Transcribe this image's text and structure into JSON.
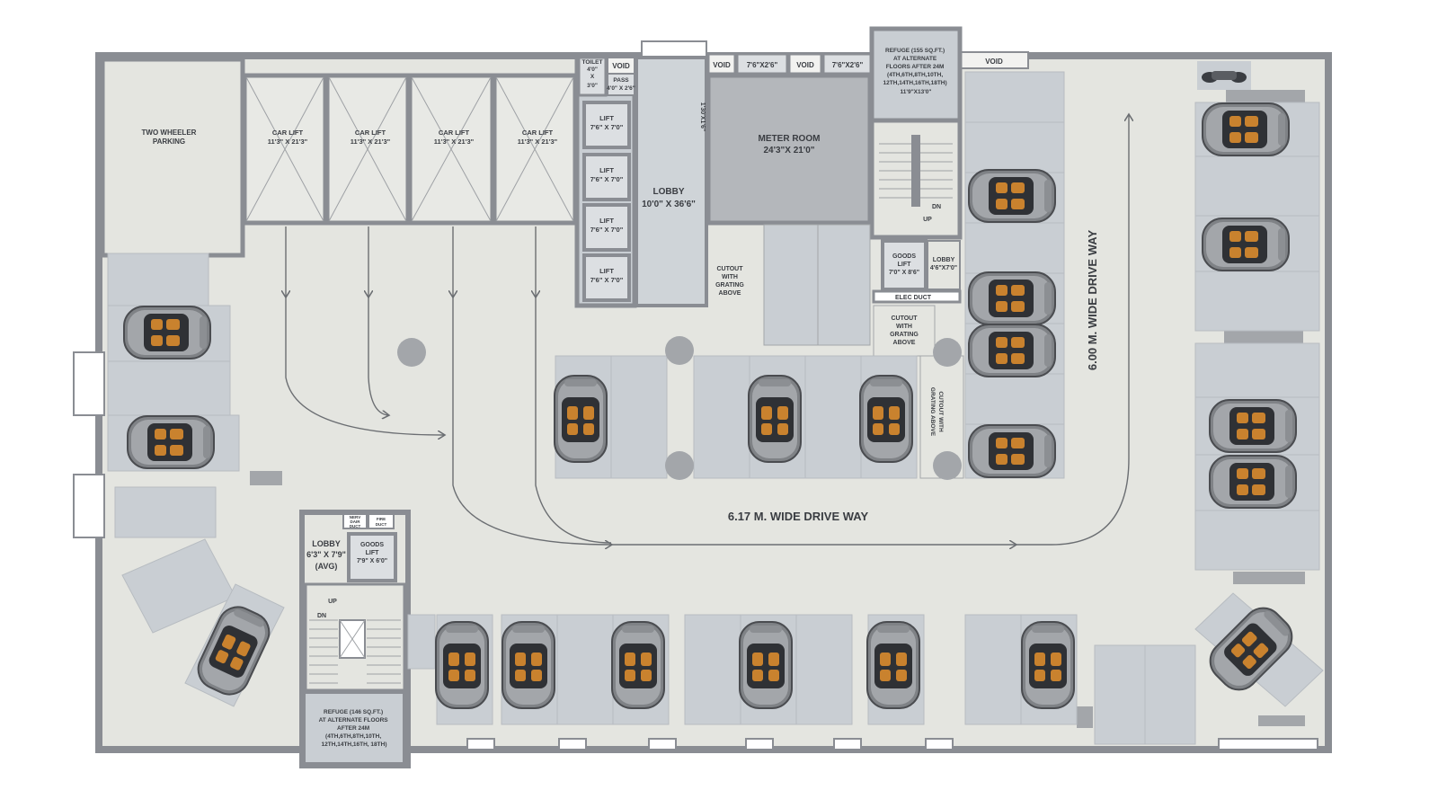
{
  "colors": {
    "wall": "#8a8d93",
    "floor": "#e4e5e0",
    "room": "#c9ced3",
    "meter_room": "#b4b7bb",
    "text": "#3a3d42",
    "car_body": "#7d8084",
    "car_glass": "#2f3135",
    "car_seat": "#c9822e"
  },
  "labels": {
    "two_wheeler": [
      "TWO WHEELER",
      "PARKING"
    ],
    "car_lift": [
      "CAR LIFT",
      "11'3\" X 21'3\""
    ],
    "toilet": [
      "TOILET",
      "4'0\"",
      "X",
      "3'0\""
    ],
    "void": "VOID",
    "pass": [
      "PASS",
      "4'0\" X 2'6\""
    ],
    "lift_core": [
      "LIFT",
      "7'6\" X 7'0\""
    ],
    "lobby_main": [
      "LOBBY",
      "10'0\" X 36'6\""
    ],
    "shaft_dim": "1'30'X1'6\"",
    "shaft_small": "7'6\"X2'6\"",
    "meter_room": [
      "METER ROOM",
      "24'3\"X 21'0\""
    ],
    "refuge_top": [
      "REFUGE (155 SQ.FT.)",
      "AT ALTERNATE",
      "FLOORS AFTER 24M",
      "(4TH,6TH,8TH,10TH,",
      "12TH,14TH,16TH,18TH)",
      "11'9\"X13'0\""
    ],
    "dn": "DN",
    "up": "UP",
    "goods_lift_top": [
      "GOODS",
      "LIFT",
      "7'0\" X 8'6\""
    ],
    "lobby_small": [
      "LOBBY",
      "4'6\"X7'0\""
    ],
    "elec_duct": "ELEC DUCT",
    "cutout_1": [
      "CUTOUT",
      "WITH",
      "GRATING",
      "ABOVE"
    ],
    "cutout_2": [
      "CUTOUT",
      "WITH",
      "GRATING",
      "ABOVE"
    ],
    "cutout_3": [
      "CUTOUT WITH",
      "GRATING ABOVE"
    ],
    "driveway_h": "6.17 M. WIDE DRIVE WAY",
    "driveway_v": "6.00 M. WIDE DRIVE WAY",
    "lobby_bottom": [
      "LOBBY",
      "6'3\" X 7'9\"",
      "(AVG)"
    ],
    "goods_lift_bottom": [
      "GOODS",
      "LIFT",
      "7'9\" X 6'0\""
    ],
    "ducts_bottom": [
      "NERV",
      "DAIR",
      "DUCT"
    ],
    "fire_duct": [
      "FIRE",
      "DUCT"
    ],
    "refuge_bottom": [
      "REFUGE (146 SQ.FT.)",
      "AT ALTERNATE FLOORS",
      "AFTER 24M",
      "(4TH,6TH,8TH,10TH,",
      "12TH,14TH,16TH, 18TH)"
    ]
  }
}
